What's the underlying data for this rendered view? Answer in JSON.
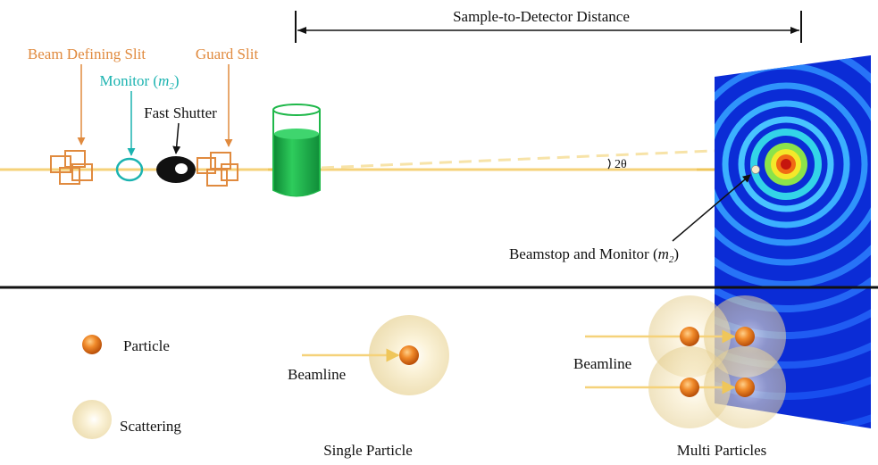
{
  "top": {
    "distance_label": "Sample-to-Detector Distance",
    "beam_slit_label": "Beam Defining Slit",
    "monitor_label_prefix": "Monitor (",
    "monitor_label_m": "m",
    "monitor_label_sub": "2",
    "monitor_label_suffix": ")",
    "guard_slit_label": "Guard Slit",
    "fast_shutter_label": "Fast Shutter",
    "angle_label": "2θ",
    "beamstop_label_prefix": "Beamstop and Monitor (",
    "beamstop_label_m": "m",
    "beamstop_label_sub": "2",
    "beamstop_label_suffix": ")"
  },
  "legend": {
    "particle_label": "Particle",
    "scattering_label": "Scattering"
  },
  "single": {
    "beamline_label": "Beamline",
    "caption": "Single Particle"
  },
  "multi": {
    "beamline_label": "Beamline",
    "caption": "Multi Particles"
  },
  "colors": {
    "beam": "#F5D27A",
    "slit_orange": "#E08A3E",
    "monitor_teal": "#1BB3B0",
    "sample_green": "#1FB84A",
    "detector_blue": "#0B2CD6",
    "particle_orange": "#E8731A",
    "scatter_halo": "#F3E3B5"
  }
}
